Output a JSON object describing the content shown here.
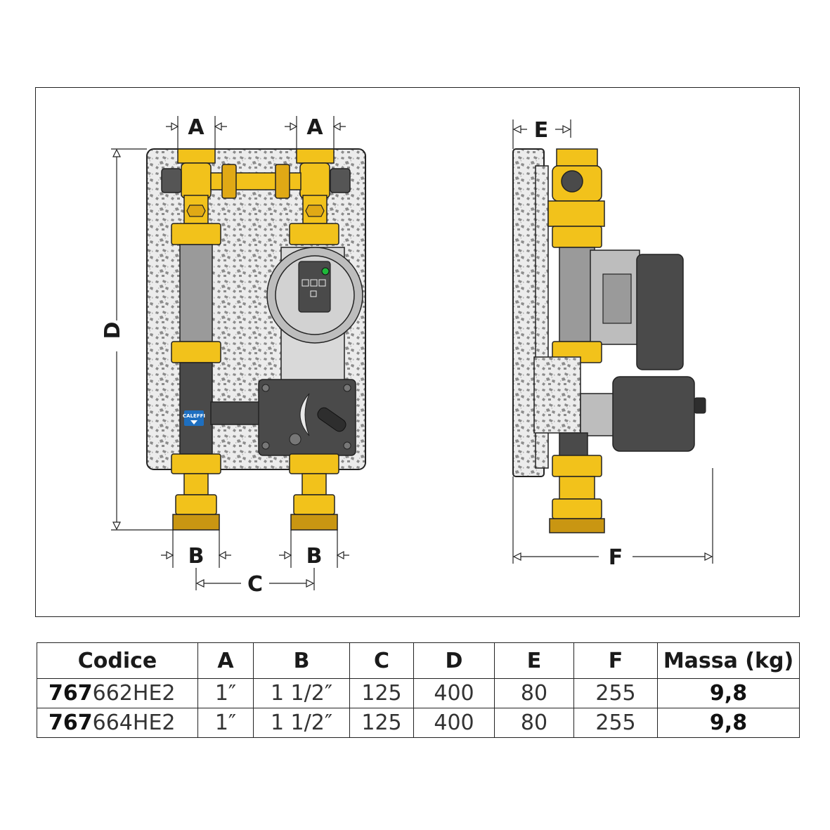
{
  "dimensions": {
    "A": "A",
    "B": "B",
    "C": "C",
    "D": "D",
    "E": "E",
    "F": "F"
  },
  "brand_badge": "CALEFFI",
  "table": {
    "headers": [
      "Codice",
      "A",
      "B",
      "C",
      "D",
      "E",
      "F",
      "Massa (kg)"
    ],
    "rows": [
      {
        "code_prefix": "767",
        "code_suffix": "662HE2",
        "A": "1″",
        "B": "1 1/2″",
        "C": "125",
        "D": "400",
        "E": "80",
        "F": "255",
        "mass": "9,8"
      },
      {
        "code_prefix": "767",
        "code_suffix": "664HE2",
        "A": "1″",
        "B": "1 1/2″",
        "C": "125",
        "D": "400",
        "E": "80",
        "F": "255",
        "mass": "9,8"
      }
    ]
  },
  "colors": {
    "brass": "#f2c21b",
    "brass_dark": "#c99612",
    "pipe_grey": "#9a9a9a",
    "body_dark": "#4a4a4a",
    "insulation": "#e6e6e6",
    "pump_light": "#d9d9d9",
    "led_green": "#1fb83a",
    "badge_blue": "#1e6fc0"
  }
}
